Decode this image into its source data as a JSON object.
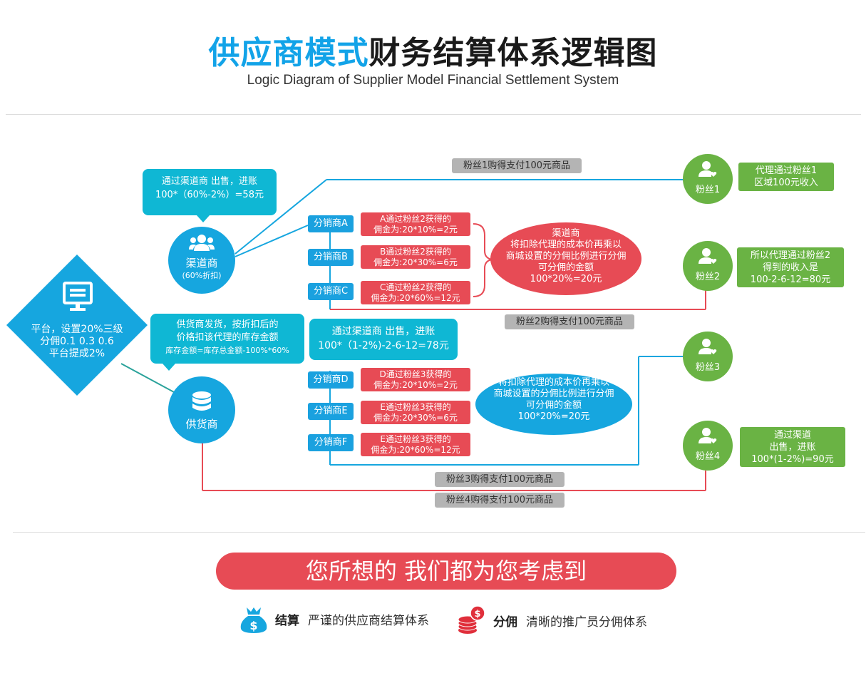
{
  "header": {
    "title_highlight": "供应商模式",
    "title_rest": "财务结算体系逻辑图",
    "subtitle": "Logic Diagram of Supplier Model Financial Settlement System"
  },
  "platform": {
    "lines": [
      "平台，设置20%三级",
      "分佣0.1 0.3 0.6",
      "平台提成2%"
    ]
  },
  "channel": {
    "name": "渠道商",
    "discount": "(60%折扣)",
    "callout_lines": [
      "通过渠道商 出售，进账",
      "100*（60%-2%）=58元"
    ]
  },
  "supplier": {
    "name": "供货商",
    "callout_lines": [
      "供货商发货，按折扣后的",
      "价格扣该代理的库存金额",
      "库存金额=库存总金额-100%*60%"
    ]
  },
  "distributors_top": [
    {
      "label": "分销商A",
      "note": [
        "A通过粉丝2获得的",
        "佣金为:20*10%=2元"
      ]
    },
    {
      "label": "分销商B",
      "note": [
        "B通过粉丝2获得的",
        "佣金为:20*30%=6元"
      ]
    },
    {
      "label": "分销商C",
      "note": [
        "C通过粉丝2获得的",
        "佣金为:20*60%=12元"
      ]
    }
  ],
  "distributors_bottom": [
    {
      "label": "分销商D",
      "note": [
        "D通过粉丝3获得的",
        "佣金为:20*10%=2元"
      ]
    },
    {
      "label": "分销商E",
      "note": [
        "E通过粉丝3获得的",
        "佣金为:20*30%=6元"
      ]
    },
    {
      "label": "分销商F",
      "note": [
        "E通过粉丝3获得的",
        "佣金为:20*60%=12元"
      ]
    }
  ],
  "mid_callout": [
    "通过渠道商 出售，进账",
    "100*（1-2%)-2-6-12=78元"
  ],
  "ellipse_red": [
    "渠道商",
    "将扣除代理的成本价再乘以",
    "商城设置的分佣比例进行分佣",
    "可分佣的金额",
    "100*20%=20元"
  ],
  "ellipse_blue": [
    "将扣除代理的成本价再乘以",
    "商城设置的分佣比例进行分佣",
    "可分佣的金额",
    "100*20%=20元"
  ],
  "fans": [
    {
      "name": "粉丝1",
      "note": [
        "代理通过粉丝1",
        "区域100元收入"
      ]
    },
    {
      "name": "粉丝2",
      "note": [
        "所以代理通过粉丝2",
        "得到的收入是",
        "100-2-6-12=80元"
      ]
    },
    {
      "name": "粉丝3"
    },
    {
      "name": "粉丝4",
      "note": [
        "通过渠道",
        "出售，进账",
        "100*(1-2%)=90元"
      ]
    }
  ],
  "badges": {
    "fan1": "粉丝1购得支付100元商品",
    "fan2": "粉丝2购得支付100元商品",
    "fan3": "粉丝3购得支付100元商品",
    "fan4": "粉丝4购得支付100元商品"
  },
  "banner": "您所想的  我们都为您考虑到",
  "legend": [
    {
      "icon": "money-bag-icon",
      "bold": "结算",
      "text": "严谨的供应商结算体系"
    },
    {
      "icon": "coin-stack-icon",
      "bold": "分佣",
      "text": "清晰的推广员分佣体系"
    }
  ],
  "colors": {
    "blue": "#16a6df",
    "teal": "#0fb7d4",
    "red": "#e74b55",
    "green": "#6ab344",
    "grey": "#b4b4b4"
  }
}
